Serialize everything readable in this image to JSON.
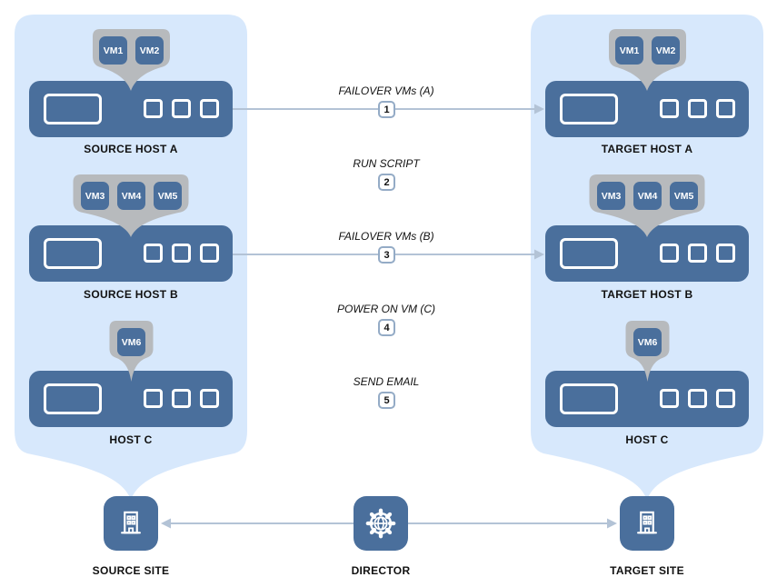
{
  "diagram_type": "failover-orchestration-diagram",
  "colors": {
    "panel_fill": "#D7E8FC",
    "node_fill": "#4A6F9C",
    "bubble_fill": "#B7BABD",
    "connector_line": "#B3C3D6",
    "badge_border": "#94ABC6",
    "text": "#111111",
    "vm_text": "#FFFFFF"
  },
  "hosts": [
    {
      "id": "source-host-a",
      "label": "SOURCE HOST A",
      "vms": [
        "VM1",
        "VM2"
      ]
    },
    {
      "id": "source-host-b",
      "label": "SOURCE HOST B",
      "vms": [
        "VM3",
        "VM4",
        "VM5"
      ]
    },
    {
      "id": "source-host-c",
      "label": "HOST C",
      "vms": [
        "VM6"
      ]
    },
    {
      "id": "target-host-a",
      "label": "TARGET HOST A",
      "vms": [
        "VM1",
        "VM2"
      ]
    },
    {
      "id": "target-host-b",
      "label": "TARGET HOST B",
      "vms": [
        "VM3",
        "VM4",
        "VM5"
      ]
    },
    {
      "id": "target-host-c",
      "label": "HOST C",
      "vms": [
        "VM6"
      ]
    }
  ],
  "steps": [
    {
      "num": "1",
      "label": "FAILOVER VMs (A)"
    },
    {
      "num": "2",
      "label": "RUN SCRIPT"
    },
    {
      "num": "3",
      "label": "FAILOVER VMs (B)"
    },
    {
      "num": "4",
      "label": "POWER ON VM (C)"
    },
    {
      "num": "5",
      "label": "SEND EMAIL"
    }
  ],
  "arrows": [
    {
      "from": "source-host-a",
      "to": "target-host-a",
      "through_step": "1"
    },
    {
      "from": "source-host-b",
      "to": "target-host-b",
      "through_step": "3"
    },
    {
      "from": "director",
      "to": "source-site"
    },
    {
      "from": "director",
      "to": "target-site"
    }
  ],
  "sites": {
    "source": {
      "label": "SOURCE SITE",
      "icon": "building-icon"
    },
    "director": {
      "label": "DIRECTOR",
      "icon": "gear-globe-icon"
    },
    "target": {
      "label": "TARGET SITE",
      "icon": "building-icon"
    }
  }
}
